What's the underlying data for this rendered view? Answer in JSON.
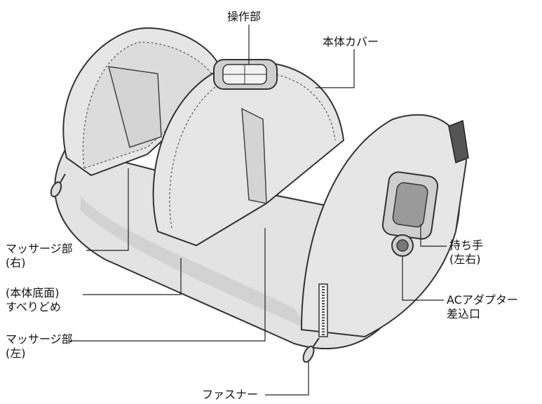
{
  "labels": {
    "control_panel": "操作部",
    "body_cover": "本体カバー",
    "massage_right": {
      "line1": "マッサージ部",
      "line2": "(右)"
    },
    "non_slip": {
      "line1": "(本体底面)",
      "line2": "すべりどめ"
    },
    "massage_left": {
      "line1": "マッサージ部",
      "line2": "(左)"
    },
    "fastener": "ファスナー",
    "handle": {
      "line1": "持ち手",
      "line2": "(左右)"
    },
    "ac_adapter": {
      "line1": "ACアダプター",
      "line2": "差込口"
    }
  },
  "colors": {
    "body_fill": "#e3e3e3",
    "shade_fill": "#cfcfcf",
    "outline": "#333333",
    "leader": "#222222"
  }
}
